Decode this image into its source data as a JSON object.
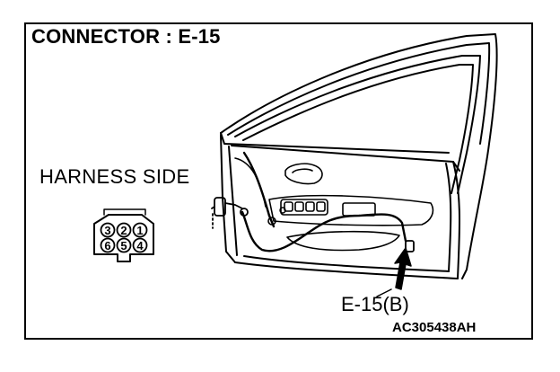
{
  "title": "CONNECTOR : E-15",
  "harness_label": "HARNESS SIDE",
  "connector_pins": {
    "top_row": [
      "3",
      "2",
      "1"
    ],
    "bottom_row": [
      "6",
      "5",
      "4"
    ]
  },
  "callout_label": "E-15(B)",
  "figure_code": "AC305438AH",
  "colors": {
    "line": "#000000",
    "background": "#ffffff"
  }
}
